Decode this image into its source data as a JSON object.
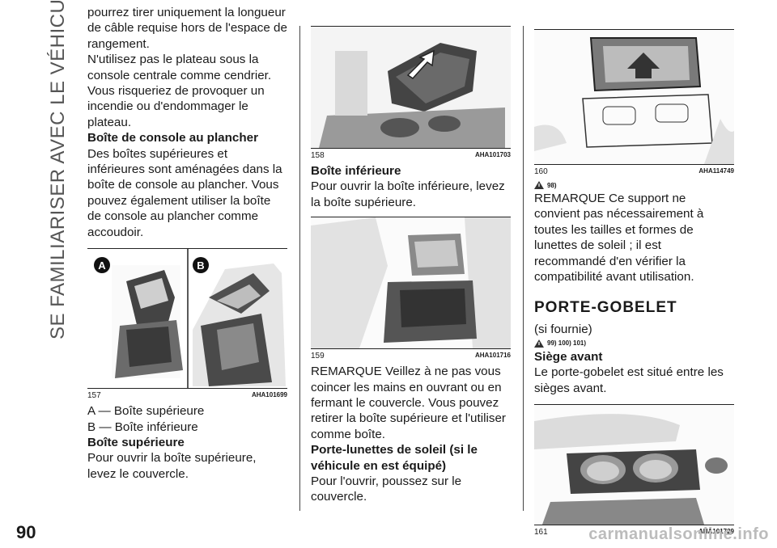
{
  "side_title": "SE FAMILIARISER AVEC LE VÉHICULE",
  "page_number": "90",
  "watermark": "carmanualsonline.info",
  "col1": {
    "intro": "pourrez tirer uniquement la longueur de câble requise hors de l'espace de rangement.",
    "warning": "N'utilisez pas le plateau sous la console centrale comme cendrier. Vous risqueriez de provoquer un incendie ou d'endommager le plateau.",
    "heading": "Boîte de console au plancher",
    "body": "Des boîtes supérieures et inférieures sont aménagées dans la boîte de console au plancher. Vous pouvez également utiliser la boîte de console au plancher comme accoudoir.",
    "fig_num": "157",
    "fig_code": "AHA101699",
    "label_a": "A",
    "label_b": "B",
    "legend_a": "A — Boîte supérieure",
    "legend_b": "B — Boîte inférieure",
    "heading2": "Boîte supérieure",
    "body2": "Pour ouvrir la boîte supérieure, levez le couvercle."
  },
  "col2": {
    "fig1_num": "158",
    "fig1_code": "AHA101703",
    "heading": "Boîte inférieure",
    "body": "Pour ouvrir la boîte inférieure, levez la boîte supérieure.",
    "fig2_num": "159",
    "fig2_code": "AHA101716",
    "remark": "REMARQUE Veillez à ne pas vous coincer les mains en ouvrant ou en fermant le couvercle. Vous pouvez retirer la boîte supérieure et l'utiliser comme boîte.",
    "heading2": "Porte-lunettes de soleil (si le véhicule en est équipé)",
    "body2": "Pour l'ouvrir, poussez sur le couvercle."
  },
  "col3": {
    "fig1_num": "160",
    "fig1_code": "AHA114749",
    "note1": "98)",
    "remark": "REMARQUE Ce support ne convient pas nécessairement à toutes les tailles et formes de lunettes de soleil ; il est recommandé d'en vérifier la compatibilité avant utilisation.",
    "section": "PORTE-GOBELET",
    "subtitle": "(si fournie)",
    "note2": "99) 100) 101)",
    "heading": "Siège avant",
    "body": "Le porte-gobelet est situé entre les sièges avant.",
    "fig2_num": "161",
    "fig2_code": "AHA101729"
  }
}
